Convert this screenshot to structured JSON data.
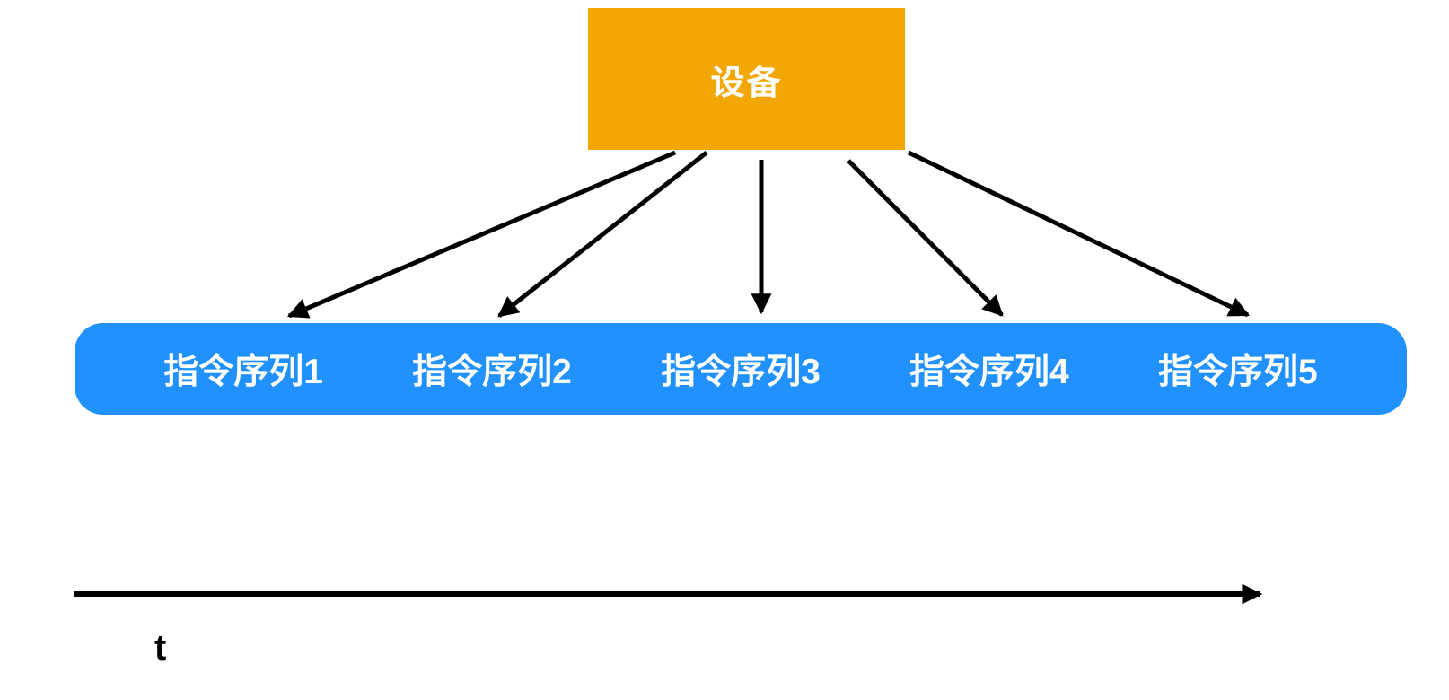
{
  "device_box": {
    "label": "设备",
    "background_color": "#F2A705",
    "text_color": "#ffffff"
  },
  "sequence_bar": {
    "background_color": "#2191FF",
    "text_color": "#ffffff",
    "items": [
      {
        "label": "指令序列1"
      },
      {
        "label": "指令序列2"
      },
      {
        "label": "指令序列3"
      },
      {
        "label": "指令序列4"
      },
      {
        "label": "指令序列5"
      }
    ]
  },
  "arrows": {
    "count": 5,
    "color": "#000000"
  },
  "time_axis": {
    "label": "t",
    "color": "#000000"
  }
}
